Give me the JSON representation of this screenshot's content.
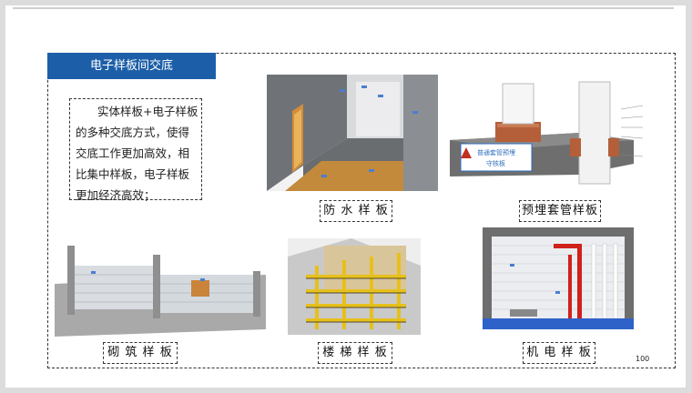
{
  "title": "电子样板间交底",
  "description": "实体样板+电子样板的多种交底方式，使得交底工作更加高效，相比集中样板，电子样板更加经济高效；",
  "images": {
    "waterproof": {
      "caption": "防 水 样 板"
    },
    "casing": {
      "caption": "预埋套管样板",
      "sign_text": "普通套管预埋\n守核板"
    },
    "masonry": {
      "caption": "砌 筑 样 板"
    },
    "stairs": {
      "caption": "楼 梯 样 板"
    },
    "mep": {
      "caption": "机 电 样 板"
    }
  },
  "page_number": "100",
  "colors": {
    "title_bg": "#1c5fa8",
    "mep_red": "#d0211b"
  }
}
